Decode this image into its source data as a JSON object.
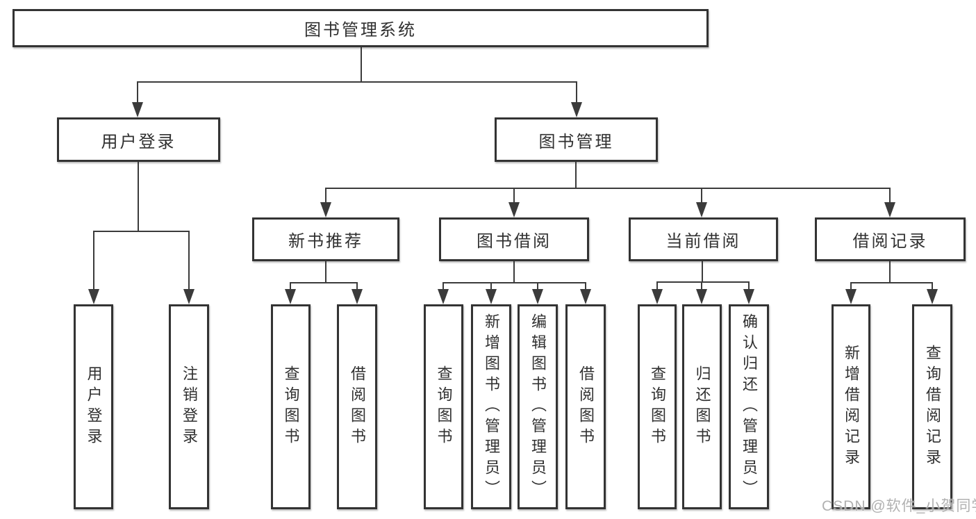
{
  "tree": {
    "root": {
      "label": "图书管理系统"
    },
    "level2": [
      {
        "label": "用户登录"
      },
      {
        "label": "图书管理"
      }
    ],
    "level3": [
      {
        "label": "新书推荐"
      },
      {
        "label": "图书借阅"
      },
      {
        "label": "当前借阅"
      },
      {
        "label": "借阅记录"
      }
    ],
    "leaves": [
      {
        "label": "用户登录"
      },
      {
        "label": "注销登录"
      },
      {
        "label": "查询图书"
      },
      {
        "label": "借阅图书"
      },
      {
        "label": "查询图书"
      },
      {
        "label": "新增图书（管理员）"
      },
      {
        "label": "编辑图书（管理员）"
      },
      {
        "label": "借阅图书"
      },
      {
        "label": "查询图书"
      },
      {
        "label": "归还图书"
      },
      {
        "label": "确认归还（管理员）"
      },
      {
        "label": "新增借阅记录"
      },
      {
        "label": "查询借阅记录"
      }
    ]
  },
  "watermark": "CSDN @软件_小贺同学",
  "colors": {
    "background": "#ffffff",
    "border": "#333333",
    "line": "#3b3b3b",
    "text": "#303030",
    "watermark": "#a8a8a8"
  }
}
